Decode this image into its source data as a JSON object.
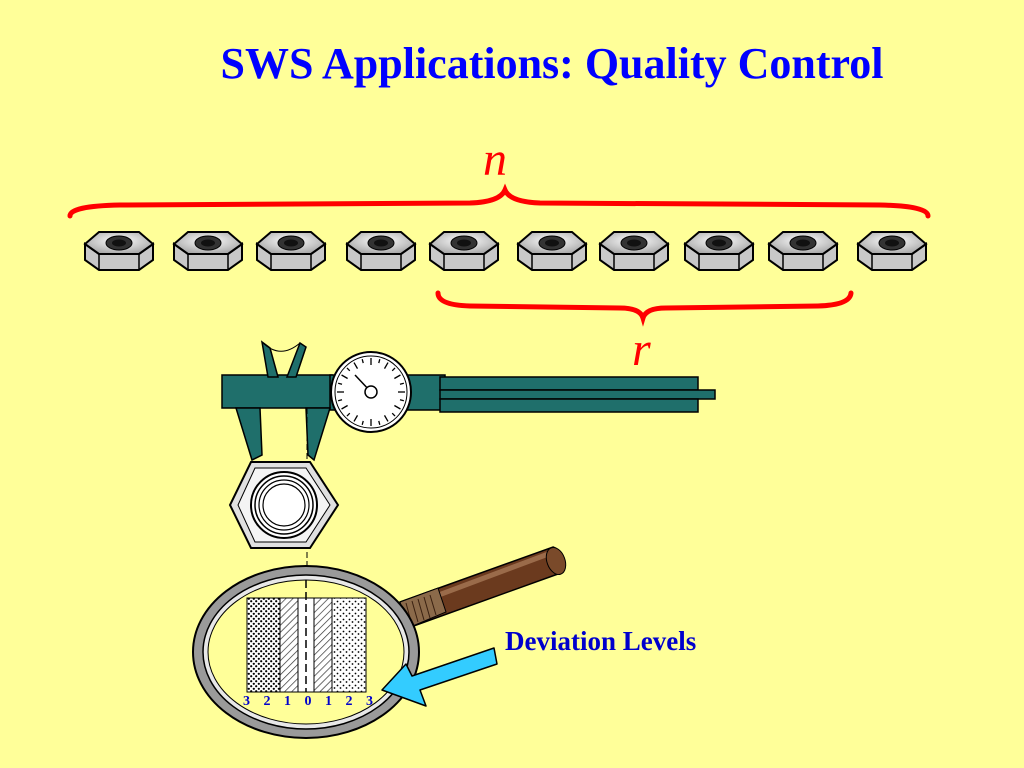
{
  "title": "SWS Applications: Quality Control",
  "labels": {
    "sample_size": "n",
    "subset": "r"
  },
  "deviation": {
    "title": "Deviation Levels",
    "scale": [
      "3",
      "2",
      "1",
      "0",
      "1",
      "2",
      "3"
    ]
  },
  "nuts_in_row": 10,
  "colors": {
    "background": "#FFFF99",
    "title": "#0000FF",
    "brace": "#FF0000",
    "caliper": "#1F6F6B",
    "arrow": "#33CCFF",
    "handle": "#6B3A1E"
  }
}
